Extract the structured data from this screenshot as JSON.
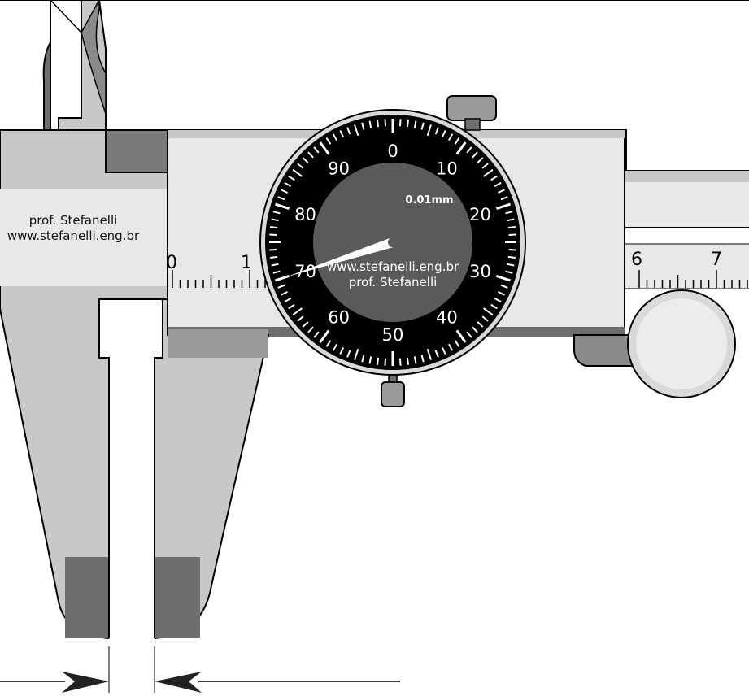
{
  "diagram": {
    "watermark_left": {
      "line1": "prof. Stefanelli",
      "line2": "www.stefanelli.eng.br"
    },
    "watermark_dial": {
      "line1": "www.stefanelli.eng.br",
      "line2": "prof. Stefanelli"
    },
    "dial": {
      "unit_label": "0.01mm",
      "labels": [
        "0",
        "10",
        "20",
        "30",
        "40",
        "50",
        "60",
        "70",
        "80",
        "90"
      ],
      "divisions": 100,
      "pointer_value": 70
    },
    "main_scale": {
      "left_labels": [
        "0",
        "1"
      ],
      "right_labels": [
        "6",
        "7"
      ]
    },
    "colors": {
      "body_light": "#d9d9d9",
      "body_mid": "#c8c8c8",
      "body_dark": "#6e6e6e",
      "bar": "#e8e8e8",
      "dial_face": "#000000",
      "dial_center": "#5a5a5a",
      "outline": "#000000"
    }
  }
}
